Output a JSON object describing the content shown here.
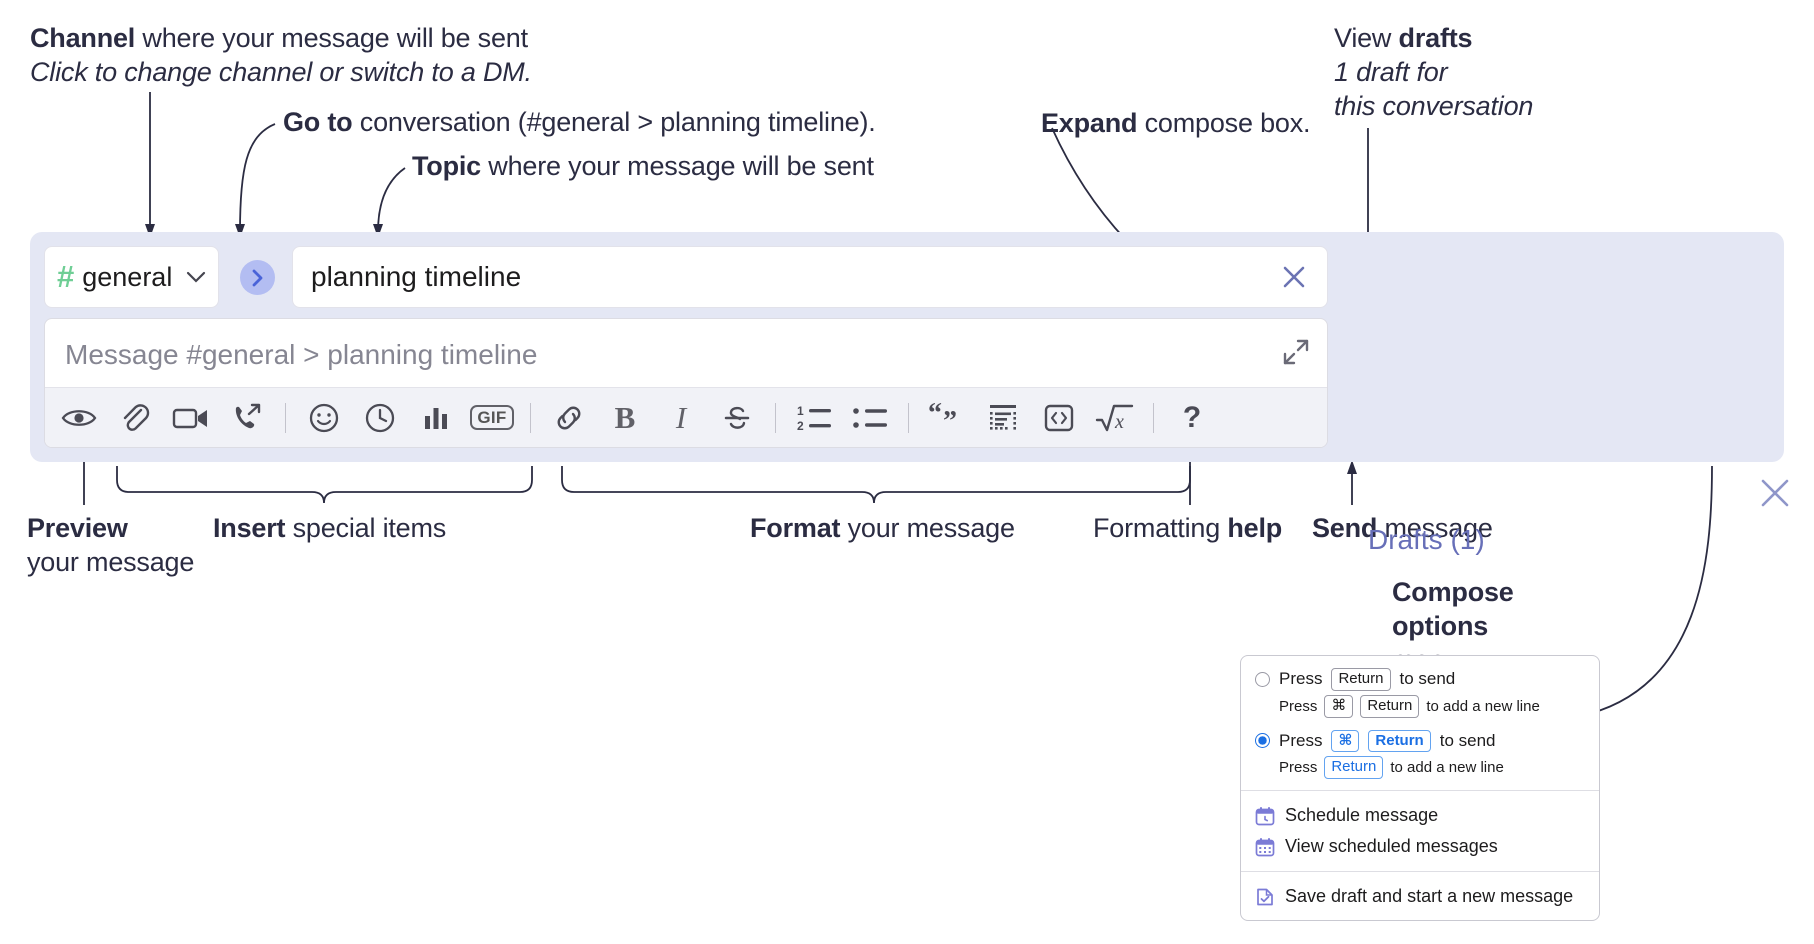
{
  "annotations": {
    "channel": {
      "line1_bold": "Channel",
      "line1_rest": " where your message will be sent",
      "line2_italic": "Click to change channel or switch to a DM."
    },
    "goto": {
      "bold": "Go to",
      "rest": " conversation (#general > planning timeline)."
    },
    "topic": {
      "bold": "Topic",
      "rest": " where your message will be sent"
    },
    "expand": {
      "bold": "Expand",
      "rest": " compose box."
    },
    "drafts": {
      "line1_plain": "View ",
      "line1_bold": "drafts",
      "line2_italic": "1 draft for",
      "line3_italic": "this conversation"
    },
    "preview": {
      "bold": "Preview",
      "rest": "your message"
    },
    "insert": {
      "bold": "Insert",
      "rest": " special items"
    },
    "format": {
      "bold": "Format",
      "rest": " your message"
    },
    "help": {
      "plain": "Formatting ",
      "bold": "help"
    },
    "send": {
      "bold": "Send",
      "rest": " message"
    },
    "compose_options": {
      "bold1": "Compose",
      "bold2": "options",
      "plain": "menu"
    }
  },
  "compose": {
    "channel_hash": "#",
    "channel_name": "general",
    "chevron": "chevron-down",
    "goto_label": "go-to-conversation",
    "topic_value": "planning timeline",
    "topic_clear": "clear",
    "message_placeholder": "Message #general > planning timeline",
    "expand_label": "expand",
    "drafts_label": "Drafts (1)",
    "send_label": "send",
    "kebab_label": "compose-options",
    "close_label": "close"
  },
  "toolbar": {
    "groups": [
      {
        "name": "preview",
        "items": [
          {
            "icon": "eye-icon",
            "label": "Preview"
          }
        ]
      },
      {
        "name": "insert",
        "items": [
          {
            "icon": "paperclip-icon",
            "label": "Attach file"
          },
          {
            "icon": "video-icon",
            "label": "Record video clip"
          },
          {
            "icon": "phone-icon",
            "label": "Record audio clip"
          }
        ]
      },
      {
        "name": "insert2",
        "items": [
          {
            "icon": "emoji-icon",
            "label": "Emoji"
          },
          {
            "icon": "clock-icon",
            "label": "Reminder"
          },
          {
            "icon": "poll-icon",
            "label": "Poll"
          },
          {
            "icon": "gif-icon",
            "label": "GIF"
          }
        ]
      },
      {
        "name": "format-basic",
        "items": [
          {
            "icon": "link-icon",
            "label": "Link"
          },
          {
            "icon": "bold-icon",
            "label": "Bold"
          },
          {
            "icon": "italic-icon",
            "label": "Italic"
          },
          {
            "icon": "strikethrough-icon",
            "label": "Strikethrough"
          }
        ]
      },
      {
        "name": "format-lists",
        "items": [
          {
            "icon": "ordered-list-icon",
            "label": "Ordered list"
          },
          {
            "icon": "bulleted-list-icon",
            "label": "Bulleted list"
          }
        ]
      },
      {
        "name": "format-blocks",
        "items": [
          {
            "icon": "blockquote-icon",
            "label": "Blockquote"
          },
          {
            "icon": "code-block-icon",
            "label": "Code block"
          },
          {
            "icon": "code-icon",
            "label": "Code"
          },
          {
            "icon": "math-icon",
            "label": "Math"
          }
        ]
      },
      {
        "name": "help",
        "items": [
          {
            "icon": "question-mark-icon",
            "label": "Formatting help"
          }
        ]
      }
    ],
    "gif_text": "GIF",
    "bold_text": "B",
    "italic_text": "I",
    "help_text": "?",
    "ordered_1": "1",
    "ordered_2": "2"
  },
  "context_menu": {
    "option1": {
      "main_prefix": "Press",
      "main_key": "Return",
      "main_suffix": "to send",
      "sub_prefix": "Press",
      "sub_key1": "⌘",
      "sub_key2": "Return",
      "sub_suffix": "to add a new line",
      "selected": false
    },
    "option2": {
      "main_prefix": "Press",
      "main_key1": "⌘",
      "main_key2": "Return",
      "main_suffix": "to send",
      "sub_prefix": "Press",
      "sub_key": "Return",
      "sub_suffix": "to add a new line",
      "selected": true
    },
    "items": [
      {
        "icon": "calendar-clock-icon",
        "label": "Schedule message"
      },
      {
        "icon": "calendar-grid-icon",
        "label": "View scheduled messages"
      },
      {
        "icon": "save-draft-icon",
        "label": "Save draft and start a new message"
      }
    ]
  },
  "colors": {
    "panel_bg": "#e4e7f4",
    "accent_send": "#5b5bf0",
    "channel_hash_green": "#6fce95",
    "goto_circle": "#b3bdf2",
    "goto_arrow": "#4a63d8",
    "drafts_text": "#676fb8",
    "radio_selected": "#1b6fe3",
    "menu_icon": "#7b7bd6",
    "text": "#2b2c42"
  }
}
